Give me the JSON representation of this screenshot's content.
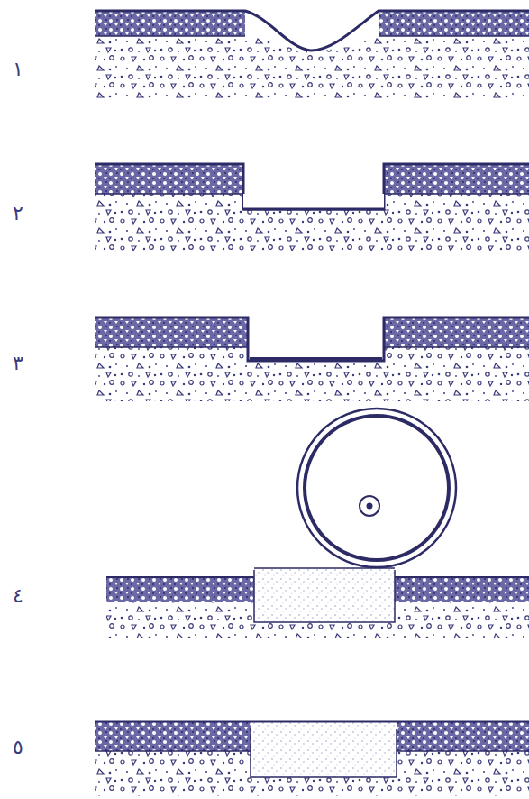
{
  "diagram": {
    "labels": [
      "١",
      "٢",
      "٣",
      "٤",
      "٥"
    ]
  }
}
